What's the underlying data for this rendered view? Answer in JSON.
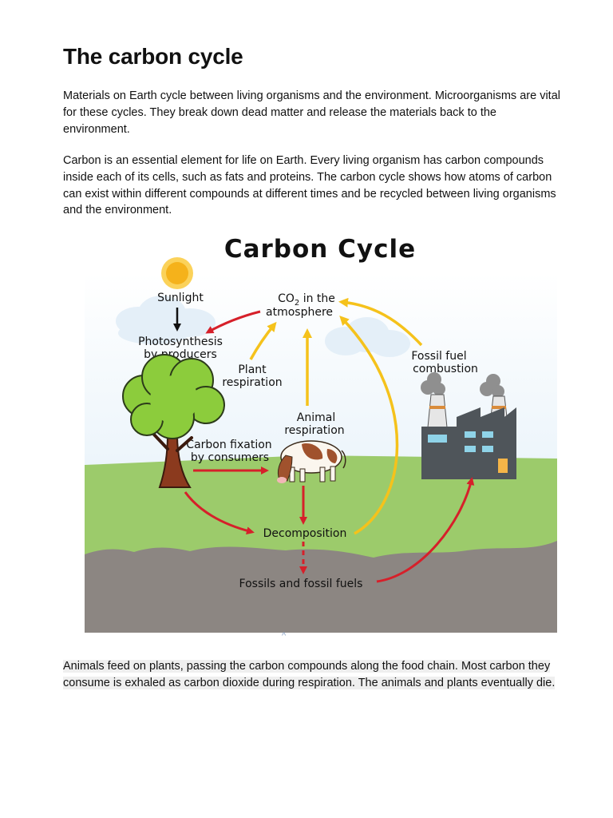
{
  "document": {
    "title": "The carbon cycle",
    "paragraph_1": "Materials on Earth cycle between living organisms and the environment. Microorganisms are vital for these cycles. They break down dead matter and release the materials back to the environment.",
    "paragraph_2": "Carbon is an essential element for life on Earth. Every living organism has carbon compounds inside each of its cells, such as fats and proteins. The carbon cycle shows how atoms of carbon can exist within different compounds at different times and be recycled between living organisms and the environment.",
    "paragraph_3": "Animals feed on plants, passing the carbon compounds along the food chain. Most carbon they consume is exhaled as carbon dioxide during respiration. The animals and plants eventually die."
  },
  "diagram": {
    "title": "Carbon Cycle",
    "labels": {
      "sunlight": "Sunlight",
      "co2_prefix": "CO",
      "co2_sub": "2",
      "co2_suffix": " in the",
      "atmosphere": "atmosphere",
      "photosynthesis": "Photosynthesis",
      "by_producers": "by producers",
      "plant": "Plant",
      "plant_respiration": "respiration",
      "animal": "Animal",
      "animal_respiration": "respiration",
      "carbon_fixation": "Carbon fixation",
      "by_consumers": "by consumers",
      "fossil_fuel": "Fossil fuel",
      "combustion": "combustion",
      "decomposition": "Decomposition",
      "fossils": "Fossils and fossil fuels"
    },
    "colors": {
      "red_arrow": "#d6202a",
      "yellow_arrow": "#f5c21b",
      "grass": "#9ccb6b",
      "soil": "#8c8682",
      "sky_top": "#ffffff",
      "sky_bottom": "#dfeef8"
    }
  }
}
